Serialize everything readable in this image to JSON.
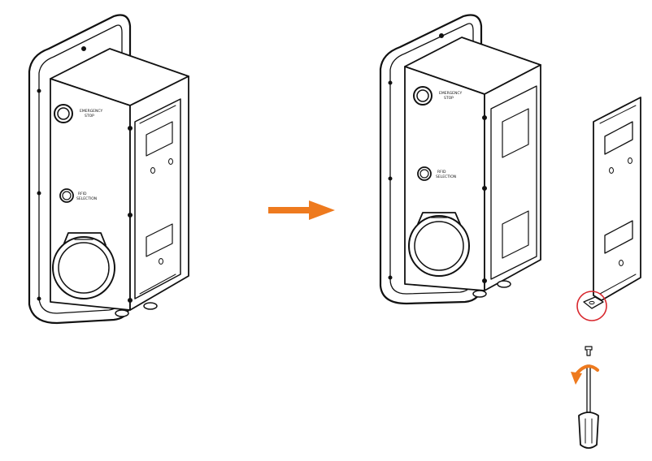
{
  "figure": {
    "unit_before": {
      "button_label_line1": "EMERGENCY",
      "button_label_line2": "STOP",
      "switch_label_line1": "RFID",
      "switch_label_line2": "SELECTION"
    },
    "unit_after": {
      "button_label_line1": "EMERGENCY",
      "button_label_line2": "STOP",
      "switch_label_line1": "RFID",
      "switch_label_line2": "SELECTION"
    },
    "colors": {
      "line": "#111111",
      "arrow": "#ee7a1e",
      "highlight": "#d8282e",
      "background": "#ffffff"
    },
    "icons": [
      "transition-arrow-icon",
      "rotate-arrow-icon",
      "screwdriver-icon",
      "screw-icon",
      "highlight-circle-icon"
    ]
  }
}
